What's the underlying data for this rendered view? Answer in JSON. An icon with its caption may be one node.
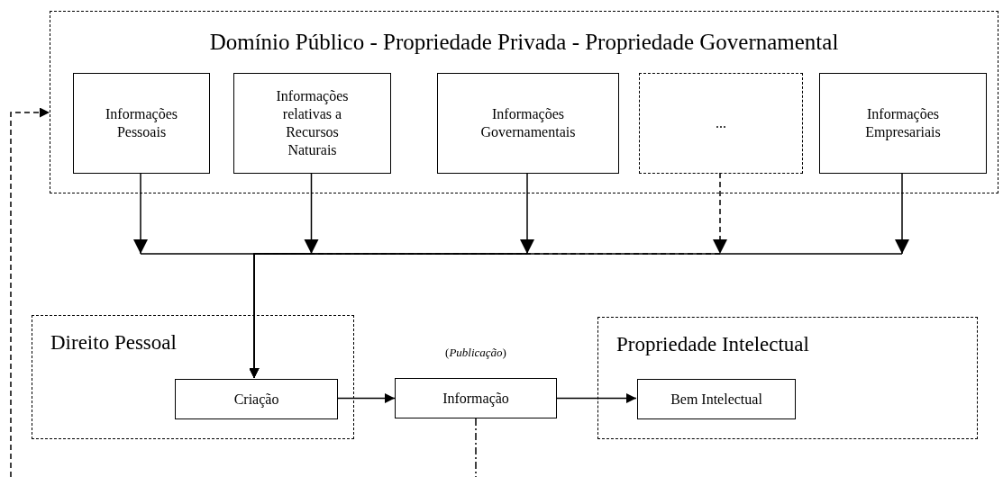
{
  "diagram": {
    "nodes": [
      {
        "text": [
          "Domínio Público - Propriedade Privada - Propriedade Governamental"
        ]
      },
      {
        "text": [
          "Informações Pessoais"
        ],
        "in": 0
      },
      {
        "text": [
          "Informações relativas a Recursos Naturais"
        ],
        "in": 0
      },
      {
        "text": [
          "Informações Governamentais"
        ],
        "in": 0
      },
      {
        "text": [
          "..."
        ],
        "in": 0
      },
      {
        "text": [
          "Informações Empresariais"
        ],
        "in": 0
      },
      {
        "text": [
          "Direito Pessoal"
        ]
      },
      {
        "text": [
          "Criação"
        ],
        "in": 6
      },
      {
        "text": [
          "Informação"
        ],
        "beside": [
          "(*Publicação*)"
        ]
      },
      {
        "text": [
          "Propriedade Intelectual"
        ]
      },
      {
        "text": [
          "Bem Intelectual"
        ],
        "in": 9
      }
    ],
    "edges": [
      {
        "from": 1,
        "to": 7,
        "arrow": "to"
      },
      {
        "from": 2,
        "to": 7,
        "arrow": "to"
      },
      {
        "from": 3,
        "to": 7,
        "arrow": "to"
      },
      {
        "from": 4,
        "to": 7,
        "arrow": "to",
        "style": "dashed"
      },
      {
        "from": 5,
        "to": 7,
        "arrow": "to"
      },
      {
        "from": 7,
        "to": 8,
        "arrow": "to"
      },
      {
        "from": 8,
        "to": 10,
        "arrow": "to"
      },
      {
        "from": 8,
        "to": null,
        "arrow": "none",
        "style": "dashed"
      },
      {
        "from": null,
        "to": 0,
        "arrow": "to",
        "style": "dashed"
      }
    ]
  }
}
